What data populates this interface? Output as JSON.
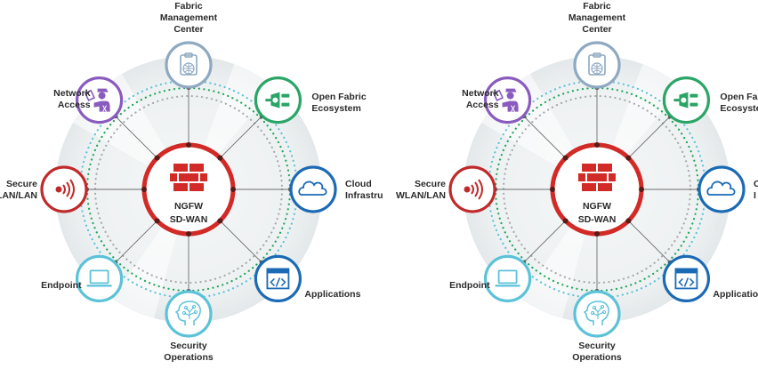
{
  "colors": {
    "hub": "#d22a26",
    "management": "#8ea9c1",
    "open_fabric": "#2aa566",
    "cloud": "#1b6ab5",
    "applications": "#1b6ab5",
    "security_ops": "#5bc2d8",
    "endpoint": "#5bc2d8",
    "secure_wlan": "#c12a2a",
    "network_access": "#8a5bbf",
    "ring_teal": "#5bc2d8",
    "ring_green": "#1fa55b",
    "ring_gray": "#a8a8a8",
    "spoke": "#6d6d6d"
  },
  "diagrams": [
    {
      "hub": {
        "line1": "NGFW",
        "line2": "SD-WAN",
        "icon": "firewall-brick-icon"
      },
      "nodes": [
        {
          "id": "fabric-management-center",
          "label": "Fabric\nManagement\nCenter",
          "icon": "clipboard-globe-icon"
        },
        {
          "id": "open-fabric-ecosystem",
          "label": "Open Fabric\nEcosystem",
          "icon": "plug-icon"
        },
        {
          "id": "cloud-infrastructure",
          "label": "Cloud\nInfrastru",
          "icon": "cloud-icon"
        },
        {
          "id": "applications",
          "label": "Applications",
          "icon": "code-window-icon"
        },
        {
          "id": "security-operations",
          "label": "Security\nOperations",
          "icon": "brain-circuit-icon"
        },
        {
          "id": "endpoint",
          "label": "Endpoint",
          "icon": "laptop-icon"
        },
        {
          "id": "secure-wlan-lan",
          "label": "Secure\nLAN/LAN",
          "icon": "wireless-signal-icon"
        },
        {
          "id": "network-access",
          "label": "Network\nAccess",
          "icon": "guard-id-icon"
        }
      ]
    },
    {
      "hub": {
        "line1": "NGFW",
        "line2": "SD-WAN",
        "icon": "firewall-brick-icon"
      },
      "nodes": [
        {
          "id": "fabric-management-center",
          "label": "Fabric\nManagement\nCenter",
          "icon": "clipboard-globe-icon"
        },
        {
          "id": "open-fabric-ecosystem",
          "label": "Open Fabri\nEcosysten",
          "icon": "plug-icon"
        },
        {
          "id": "cloud-infrastructure",
          "label": "C\nI",
          "icon": "cloud-icon"
        },
        {
          "id": "applications",
          "label": "Application",
          "icon": "code-window-icon"
        },
        {
          "id": "security-operations",
          "label": "Security\nOperations",
          "icon": "brain-circuit-icon"
        },
        {
          "id": "endpoint",
          "label": "Endpoint",
          "icon": "laptop-icon"
        },
        {
          "id": "secure-wlan-lan",
          "label": "Secure\nWLAN/LAN",
          "icon": "wireless-signal-icon"
        },
        {
          "id": "network-access",
          "label": "Network\nAccess",
          "icon": "guard-id-icon"
        }
      ]
    }
  ]
}
